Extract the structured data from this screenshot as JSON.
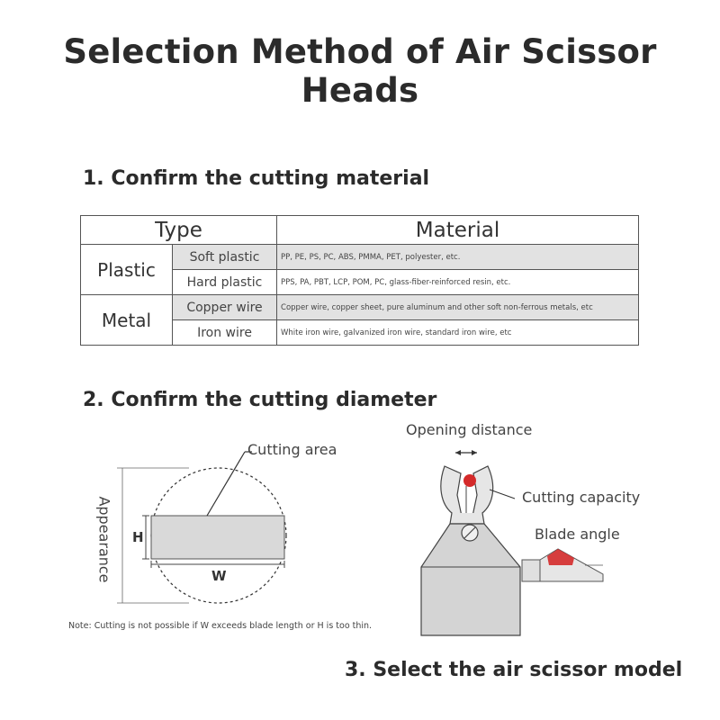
{
  "title": "Selection Method of Air Scissor Heads",
  "steps": {
    "step1": "1. Confirm the cutting material",
    "step2": "2. Confirm the cutting diameter",
    "step3": "3. Select the air scissor model"
  },
  "table": {
    "header_type": "Type",
    "header_material": "Material",
    "groups": [
      {
        "category": "Plastic",
        "rows": [
          {
            "sub": "Soft plastic",
            "desc": "PP, PE, PS, PC, ABS, PMMA, PET, polyester, etc."
          },
          {
            "sub": "Hard plastic",
            "desc": "PPS, PA, PBT, LCP, POM, PC, glass-fiber-reinforced resin, etc."
          }
        ]
      },
      {
        "category": "Metal",
        "rows": [
          {
            "sub": "Copper wire",
            "desc": "Copper wire, copper sheet, pure aluminum and other soft non-ferrous metals, etc"
          },
          {
            "sub": "Iron wire",
            "desc": "White iron wire, galvanized iron wire, standard iron wire, etc"
          }
        ]
      }
    ]
  },
  "diagram_left": {
    "cutting_area": "Cutting area",
    "appearance": "Appearance",
    "h": "H",
    "w": "W"
  },
  "diagram_right": {
    "opening_distance": "Opening distance",
    "cutting_capacity": "Cutting capacity",
    "blade_angle": "Blade angle"
  },
  "note": "Note: Cutting is not possible if W exceeds blade length or H is too thin.",
  "colors": {
    "accent_red": "#d42a2a",
    "shade_gray": "#e2e2e2"
  }
}
